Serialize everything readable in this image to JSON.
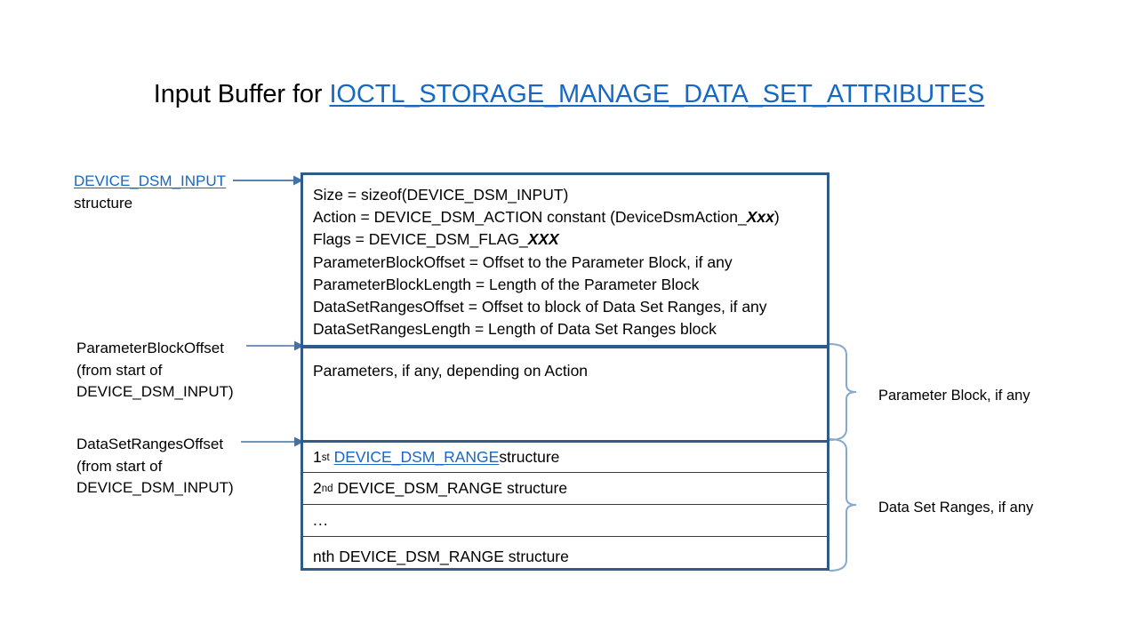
{
  "title": {
    "prefix": "Input Buffer for ",
    "link": "IOCTL_STORAGE_MANAGE_DATA_SET_ATTRIBUTES"
  },
  "left_labels": {
    "device_dsm_input": {
      "link": "DEVICE_DSM_INPUT",
      "line2": "structure"
    },
    "parameter_block_offset": {
      "line1": "ParameterBlockOffset",
      "line2": "(from start of",
      "line3": "DEVICE_DSM_INPUT)"
    },
    "data_set_ranges_offset": {
      "line1": "DataSetRangesOffset",
      "line2": "(from start of",
      "line3": "DEVICE_DSM_INPUT)"
    }
  },
  "buffer": {
    "header_fields": [
      {
        "pre": "Size  = sizeof(DEVICE_DSM_INPUT)",
        "italic": "",
        "post": ""
      },
      {
        "pre": "Action = DEVICE_DSM_ACTION  constant (DeviceDsmAction_",
        "italic": "Xxx",
        "post": ")"
      },
      {
        "pre": "Flags = DEVICE_DSM_FLAG_",
        "italic": "XXX",
        "post": ""
      },
      {
        "pre": "ParameterBlockOffset  = Offset to the Parameter Block, if any",
        "italic": "",
        "post": ""
      },
      {
        "pre": "ParameterBlockLength  = Length of the Parameter Block",
        "italic": "",
        "post": ""
      },
      {
        "pre": "DataSetRangesOffset  = Offset to block of Data Set Ranges, if any",
        "italic": "",
        "post": ""
      },
      {
        "pre": "DataSetRangesLength  = Length of Data Set Ranges block",
        "italic": "",
        "post": ""
      }
    ],
    "parameter_block_text": "Parameters, if any, depending on Action",
    "range_rows": [
      {
        "ordinal": "1",
        "sup": "st",
        "link": "DEVICE_DSM_RANGE ",
        "plain": "structure"
      },
      {
        "ordinal": "2",
        "sup": "nd",
        "link": "",
        "plain": "DEVICE_DSM_RANGE  structure"
      },
      {
        "ordinal": "",
        "sup": "",
        "link": "",
        "plain": "..."
      },
      {
        "ordinal": "",
        "sup": "",
        "link": "",
        "plain": "nth DEVICE_DSM_RANGE  structure"
      }
    ]
  },
  "right_labels": {
    "parameter_block": "Parameter Block, if any",
    "data_set_ranges": "Data Set Ranges, if any"
  },
  "colors": {
    "box_border": "#2F5B8A",
    "divider": "#22415F",
    "link": "#1668C4",
    "arrow": "#4472A8",
    "brace": "#88A8CC",
    "text": "#000000",
    "background": "#FFFFFF"
  }
}
